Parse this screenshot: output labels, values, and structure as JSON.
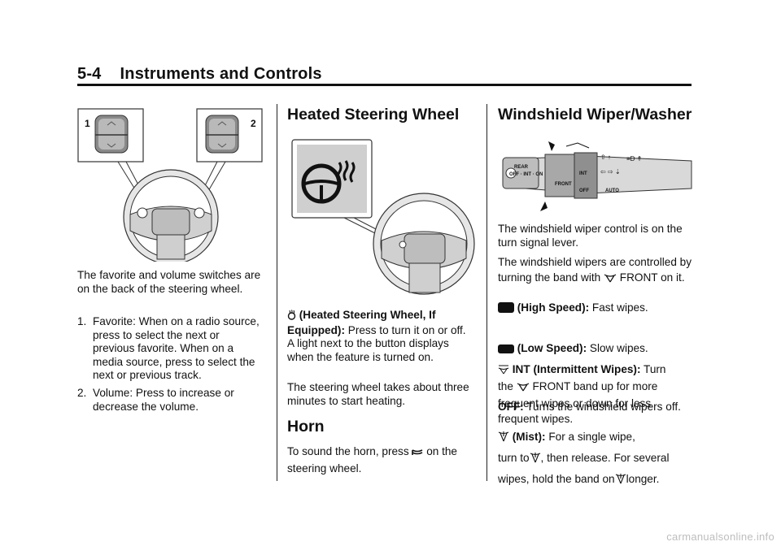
{
  "header": {
    "title": "5-4    Instruments and Controls"
  },
  "col1": {
    "fig_label_1": "1",
    "fig_label_2": "2",
    "intro": "The favorite and volume switches are on the back of the steering wheel.",
    "items": [
      {
        "num": "1.",
        "text": "Favorite: When on a radio source, press to select the next or previous favorite. When on a media source, press to select the next or previous track."
      },
      {
        "num": "2.",
        "text": "Volume: Press to increase or decrease the volume."
      }
    ]
  },
  "col2": {
    "heading": "Heated Steering Wheel",
    "heated_label": "(Heated Steering Wheel, If Equipped):",
    "heated_text": "Press to turn it on or off. A light next to the button displays when the feature is turned on.",
    "para2": "The steering wheel takes about three minutes to start heating.",
    "horn_heading": "Horn",
    "horn_pre": "To sound the horn, press",
    "horn_post": "on the steering wheel."
  },
  "col3": {
    "heading": "Windshield Wiper/Washer",
    "stalk_labels": [
      "REAR",
      "OFF · INT · ON",
      "INT",
      "OFF",
      "AUTO",
      "FRONT"
    ],
    "p1": "The windshield wiper control is on the turn signal lever.",
    "p2_pre": "The windshield wipers are controlled by turning the band with",
    "p2_post": "FRONT on it.",
    "high_label": "(High Speed):",
    "high_text": "Fast wipes.",
    "low_label": "(Low Speed):",
    "low_text": "Slow wipes.",
    "int_label": "INT (Intermittent Wipes):",
    "int_text": "Turn",
    "int_text2_pre": "the",
    "int_text2_post": "FRONT band up for more frequent wipes or down for less frequent wipes.",
    "off_label": "OFF:",
    "off_text": "Turns the windshield wipers off.",
    "mist_label": "(Mist):",
    "mist_text": "For a single wipe,",
    "mist_text2_pre": "turn to",
    "mist_text2_post": ", then release. For several",
    "mist_text3_pre": "wipes, hold the band on",
    "mist_text3_post": "longer."
  },
  "footer": {
    "watermark": "carmanualsonline.info"
  }
}
